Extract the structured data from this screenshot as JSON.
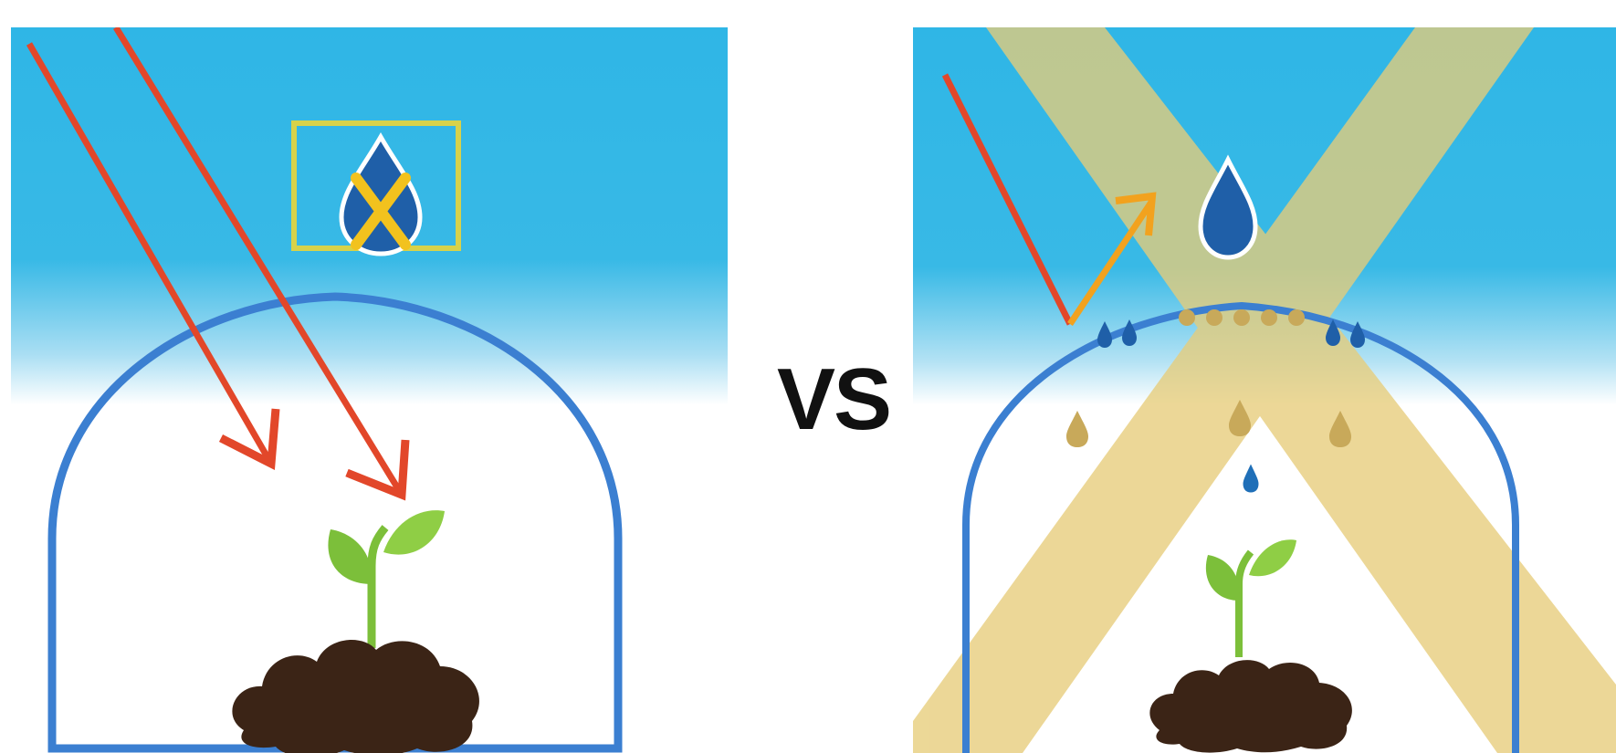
{
  "comparison": {
    "separator_text": "VS"
  },
  "left_panel": {
    "description_icon": "water-drop-crossed-icon",
    "elements": [
      "sky",
      "greenhouse-dome",
      "sun-rays-arrow-icon",
      "sun-rays-arrow-icon",
      "plant-sprout-icon",
      "soil-mound"
    ]
  },
  "right_panel": {
    "description_icon": "water-drop-icon",
    "elements": [
      "sky",
      "greenhouse-dome",
      "reflected-ray-arrow-icon",
      "crossed-band-x",
      "condensation-droplets",
      "plant-sprout-icon",
      "soil-mound"
    ]
  },
  "colors": {
    "sky": "#2fb6e6",
    "dome": "#3b7fd1",
    "arrow": "#e2472a",
    "reflect_arrow": "#f2a21e",
    "cross_band": "#e7cd7a",
    "drop": "#1f5fa8",
    "soil": "#3b2416",
    "plant": "#7cbf3a"
  }
}
